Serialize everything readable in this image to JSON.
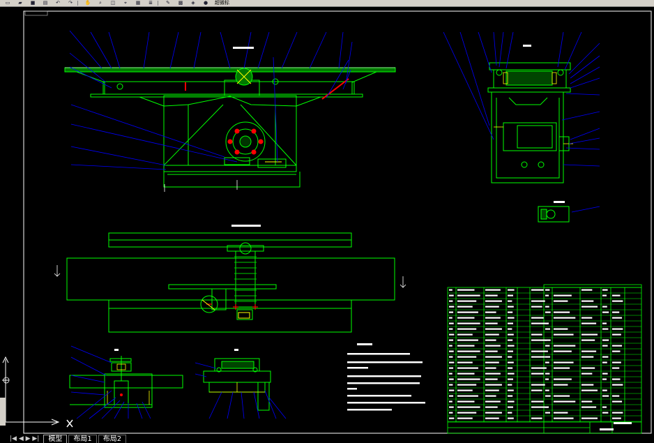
{
  "toolbar": {
    "buttons": [
      "new-icon",
      "open-icon",
      "save-icon",
      "print-icon",
      "undo-icon",
      "redo-icon",
      "pan-icon",
      "zoom-icon",
      "zoom-window-icon",
      "zoom-prev-icon",
      "properties-icon",
      "layers-icon",
      "match-icon",
      "calculator-icon",
      "layer-state-icon",
      "color-icon"
    ],
    "label": "超微标"
  },
  "tabs": [
    "模型",
    "布局1",
    "布局2"
  ],
  "colors": {
    "background": "#000000",
    "geometry": "#00ff00",
    "leaders": "#0000ff",
    "text": "#ffffff",
    "highlight": "#ff0000",
    "accent": "#ffff00"
  }
}
